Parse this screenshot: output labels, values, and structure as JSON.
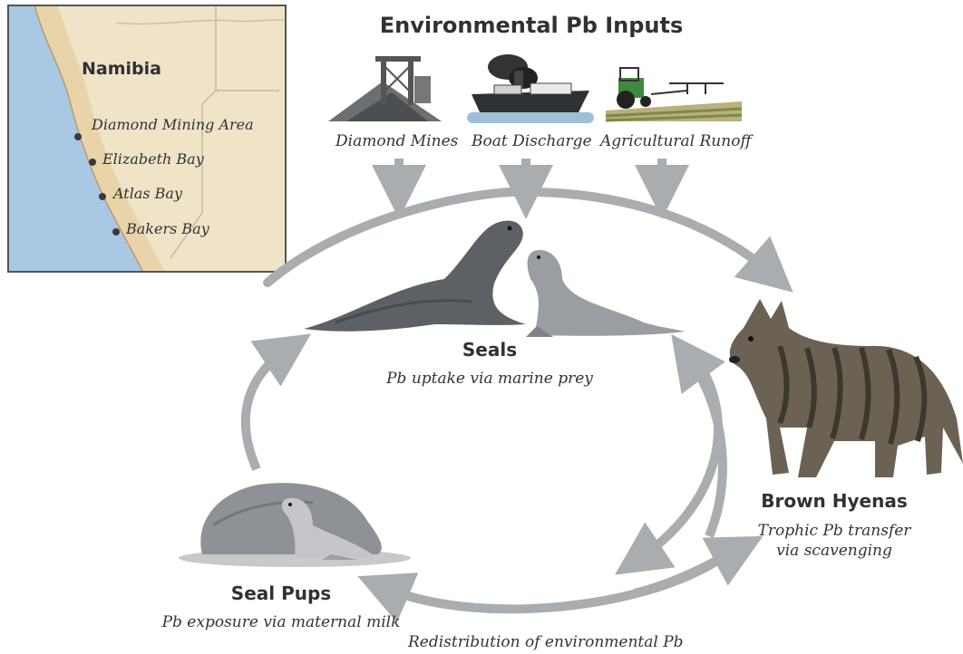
{
  "title": "Environmental Pb Inputs",
  "sources": {
    "mines": "Diamond Mines",
    "boats": "Boat Discharge",
    "agri": "Agricultural Runoff"
  },
  "map": {
    "region": "Namibia",
    "sites": [
      "Diamond Mining Area",
      "Elizabeth Bay",
      "Atlas Bay",
      "Bakers Bay"
    ]
  },
  "nodes": {
    "seals": {
      "title": "Seals",
      "subtitle": "Pb uptake via marine prey"
    },
    "hyenas": {
      "title": "Brown Hyenas",
      "subtitle_line1": "Trophic Pb transfer",
      "subtitle_line2": "via scavenging"
    },
    "pups": {
      "title": "Seal Pups",
      "subtitle": "Pb exposure via maternal milk"
    }
  },
  "bottom_caption": "Redistribution of environmental Pb",
  "colors": {
    "arrow": "#a9adb0",
    "map_land": "#efe3c8",
    "map_sea": "#a9c8e4",
    "map_coast": "#e6cfa0"
  }
}
